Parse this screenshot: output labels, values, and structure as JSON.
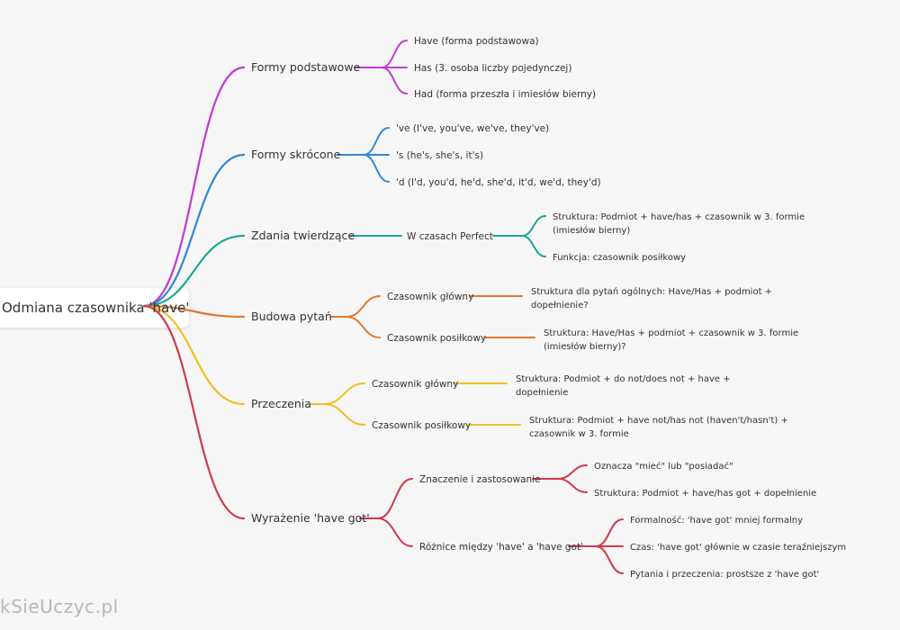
{
  "root": "Odmiana czasownika 'have'",
  "watermark": "kSieUczyc.pl",
  "branches": [
    {
      "label": "Formy podstawowe",
      "color": "#c03ad0",
      "children": [
        {
          "label": "Have (forma podstawowa)"
        },
        {
          "label": "Has (3. osoba liczby pojedynczej)"
        },
        {
          "label": "Had (forma przeszła i imiesłów bierny)"
        }
      ]
    },
    {
      "label": "Formy skrócone",
      "color": "#2f86d4",
      "children": [
        {
          "label": "'ve (I've, you've, we've, they've)"
        },
        {
          "label": "'s (he's, she's, it's)"
        },
        {
          "label": "'d (I'd, you'd, he'd, she'd, it'd, we'd, they'd)"
        }
      ]
    },
    {
      "label": "Zdania twierdzące",
      "color": "#1aa890",
      "children": [
        {
          "label": "W czasach Perfect",
          "children": [
            {
              "lines": [
                "Struktura: Podmiot + have/has + czasownik w 3. formie",
                "(imiesłów bierny)"
              ]
            },
            {
              "lines": [
                "Funkcja: czasownik posiłkowy"
              ]
            }
          ]
        }
      ]
    },
    {
      "label": "Budowa pytań",
      "color": "#e07a30",
      "children": [
        {
          "label": "Czasownik główny",
          "children": [
            {
              "lines": [
                "Struktura dla pytań ogólnych: Have/Has + podmiot +",
                "dopełnienie?"
              ]
            }
          ]
        },
        {
          "label": "Czasownik posiłkowy",
          "children": [
            {
              "lines": [
                "Struktura: Have/Has + podmiot + czasownik w 3. formie",
                "(imiesłów bierny)?"
              ]
            }
          ]
        }
      ]
    },
    {
      "label": "Przeczenia",
      "color": "#f0c020",
      "children": [
        {
          "label": "Czasownik główny",
          "children": [
            {
              "lines": [
                "Struktura: Podmiot + do not/does not + have +",
                "dopełnienie"
              ]
            }
          ]
        },
        {
          "label": "Czasownik posiłkowy",
          "children": [
            {
              "lines": [
                "Struktura: Podmiot + have not/has not (haven't/hasn't) +",
                "czasownik w 3. formie"
              ]
            }
          ]
        }
      ]
    },
    {
      "label": "Wyrażenie 'have got'",
      "color": "#d03a4a",
      "children": [
        {
          "label": "Znaczenie i zastosowanie",
          "children": [
            {
              "lines": [
                "Oznacza \"mieć\" lub \"posiadać\""
              ]
            },
            {
              "lines": [
                "Struktura: Podmiot + have/has got + dopełnienie"
              ]
            }
          ]
        },
        {
          "label": "Różnice między 'have' a 'have got'",
          "children": [
            {
              "lines": [
                "Formalność: 'have got' mniej formalny"
              ]
            },
            {
              "lines": [
                "Czas: 'have got' głównie w czasie teraźniejszym"
              ]
            },
            {
              "lines": [
                "Pytania i przeczenia: prostsze z 'have got'"
              ]
            }
          ]
        }
      ]
    }
  ]
}
